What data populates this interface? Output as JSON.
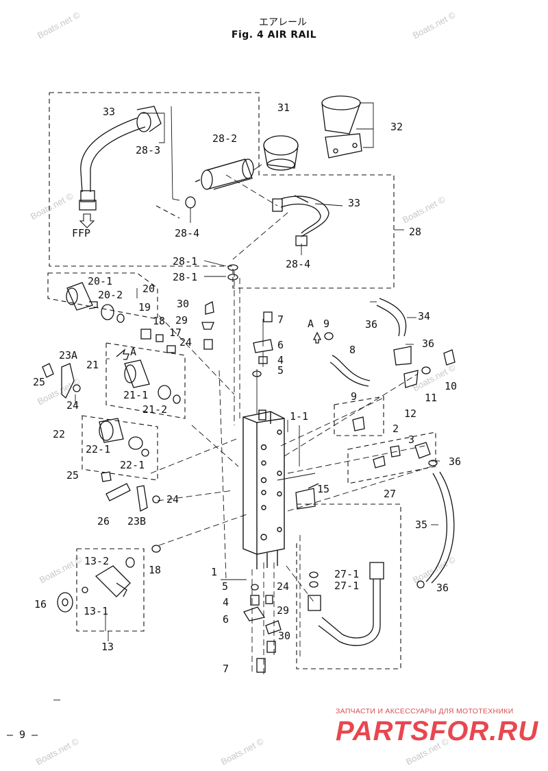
{
  "header": {
    "title_jp": "エアレール",
    "title_en": "Fig. 4    AIR RAIL"
  },
  "watermark": "Boats.net ©",
  "labels": [
    "33",
    "28-3",
    "28-2",
    "31",
    "32",
    "33",
    "FFP",
    "28-4",
    "28",
    "28-4",
    "28-1",
    "28-1",
    "20-1",
    "20",
    "20-2",
    "30",
    "19",
    "18",
    "29",
    "17",
    "24",
    "7",
    "6",
    "4",
    "5",
    "36",
    "34",
    "A",
    "9",
    "36",
    "8",
    "23A",
    "21",
    "A",
    "25",
    "10",
    "11",
    "21-1",
    "21-2",
    "9",
    "24",
    "12",
    "1-1",
    "22",
    "2",
    "3",
    "22-1",
    "22-1",
    "36",
    "25",
    "15",
    "27",
    "24",
    "26",
    "23B",
    "35",
    "13-2",
    "18",
    "1",
    "27-1",
    "27-1",
    "5",
    "24",
    "36",
    "16",
    "4",
    "13-1",
    "29",
    "6",
    "30",
    "13",
    "7"
  ],
  "footer": {
    "page": "— 9 —",
    "brand_tagline": "ЗАПЧАСТИ И АКСЕССУАРЫ ДЛЯ МОТОТЕХНИКИ",
    "brand_logo": "PARTSFOR.RU"
  },
  "colors": {
    "line": "#111111",
    "watermark": "#c7c7c7",
    "brand": "#e8474f"
  }
}
